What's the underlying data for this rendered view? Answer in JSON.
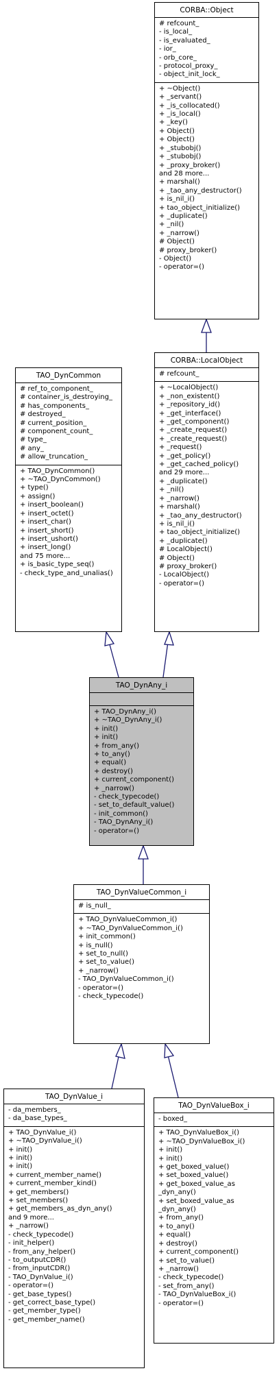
{
  "classes": {
    "corba_object": {
      "name": "CORBA::Object",
      "attributes": [
        "# refcount_",
        "- is_local_",
        "- is_evaluated_",
        "- ior_",
        "- orb_core_",
        "- protocol_proxy_",
        "- object_init_lock_"
      ],
      "methods": [
        "+ ~Object()",
        "+ _servant()",
        "+ _is_collocated()",
        "+ _is_local()",
        "+ _key()",
        "+ Object()",
        "+ Object()",
        "+ _stubobj()",
        "+ _stubobj()",
        "+ _proxy_broker()",
        "and 28 more...",
        "+ marshal()",
        "+ _tao_any_destructor()",
        "+ is_nil_i()",
        "+ tao_object_initialize()",
        "+ _duplicate()",
        "+ _nil()",
        "+ _narrow()",
        "# Object()",
        "# proxy_broker()",
        "- Object()",
        "- operator=()"
      ]
    },
    "corba_localobject": {
      "name": "CORBA::LocalObject",
      "attributes": [
        "# refcount_"
      ],
      "methods": [
        "+ ~LocalObject()",
        "+ _non_existent()",
        "+ _repository_id()",
        "+ _get_interface()",
        "+ _get_component()",
        "+ _create_request()",
        "+ _create_request()",
        "+ _request()",
        "+ _get_policy()",
        "+ _get_cached_policy()",
        "and 29 more...",
        "+ _duplicate()",
        "+ _nil()",
        "+ _narrow()",
        "+ marshal()",
        "+ _tao_any_destructor()",
        "+ is_nil_i()",
        "+ tao_object_initialize()",
        "+ _duplicate()",
        "# LocalObject()",
        "# Object()",
        "# proxy_broker()",
        "- LocalObject()",
        "- operator=()"
      ]
    },
    "tao_dyncommon": {
      "name": "TAO_DynCommon",
      "attributes": [
        "# ref_to_component_",
        "# container_is_destroying_",
        "# has_components_",
        "# destroyed_",
        "# current_position_",
        "# component_count_",
        "# type_",
        "# any_",
        "# allow_truncation_"
      ],
      "methods": [
        "+ TAO_DynCommon()",
        "+ ~TAO_DynCommon()",
        "+ type()",
        "+ assign()",
        "+ insert_boolean()",
        "+ insert_octet()",
        "+ insert_char()",
        "+ insert_short()",
        "+ insert_ushort()",
        "+ insert_long()",
        "and 75 more...",
        "+ is_basic_type_seq()",
        "- check_type_and_unalias()"
      ]
    },
    "tao_dynany_i": {
      "name": "TAO_DynAny_i",
      "attributes": [],
      "methods": [
        "+ TAO_DynAny_i()",
        "+ ~TAO_DynAny_i()",
        "+ init()",
        "+ init()",
        "+ from_any()",
        "+ to_any()",
        "+ equal()",
        "+ destroy()",
        "+ current_component()",
        "+ _narrow()",
        "- check_typecode()",
        "- set_to_default_value()",
        "- init_common()",
        "- TAO_DynAny_i()",
        "- operator=()"
      ]
    },
    "tao_dynvaluecommon_i": {
      "name": "TAO_DynValueCommon_i",
      "attributes": [
        "# is_null_"
      ],
      "methods": [
        "+ TAO_DynValueCommon_i()",
        "+ ~TAO_DynValueCommon_i()",
        "+ init_common()",
        "+ is_null()",
        "+ set_to_null()",
        "+ set_to_value()",
        "+ _narrow()",
        "- TAO_DynValueCommon_i()",
        "- operator=()",
        "- check_typecode()"
      ]
    },
    "tao_dynvalue_i": {
      "name": "TAO_DynValue_i",
      "attributes": [
        "- da_members_",
        "- da_base_types_"
      ],
      "methods": [
        "+ TAO_DynValue_i()",
        "+ ~TAO_DynValue_i()",
        "+ init()",
        "+ init()",
        "+ init()",
        "+ current_member_name()",
        "+ current_member_kind()",
        "+ get_members()",
        "+ set_members()",
        "+ get_members_as_dyn_any()",
        "and 9 more...",
        "+ _narrow()",
        "- check_typecode()",
        "- init_helper()",
        "- from_any_helper()",
        "- to_outputCDR()",
        "- from_inputCDR()",
        "- TAO_DynValue_i()",
        "- operator=()",
        "- get_base_types()",
        "- get_correct_base_type()",
        "- get_member_type()",
        "- get_member_name()"
      ]
    },
    "tao_dynvaluebox_i": {
      "name": "TAO_DynValueBox_i",
      "attributes": [
        "- boxed_"
      ],
      "methods": [
        "+ TAO_DynValueBox_i()",
        "+ ~TAO_DynValueBox_i()",
        "+ init()",
        "+ init()",
        "+ get_boxed_value()",
        "+ set_boxed_value()",
        "+ get_boxed_value_as",
        "_dyn_any()",
        "+ set_boxed_value_as",
        "_dyn_any()",
        "+ from_any()",
        "+ to_any()",
        "+ equal()",
        "+ destroy()",
        "+ current_component()",
        "+ set_to_value()",
        "+ _narrow()",
        "- check_typecode()",
        "- set_from_any()",
        "- TAO_DynValueBox_i()",
        "- operator=()"
      ]
    }
  }
}
